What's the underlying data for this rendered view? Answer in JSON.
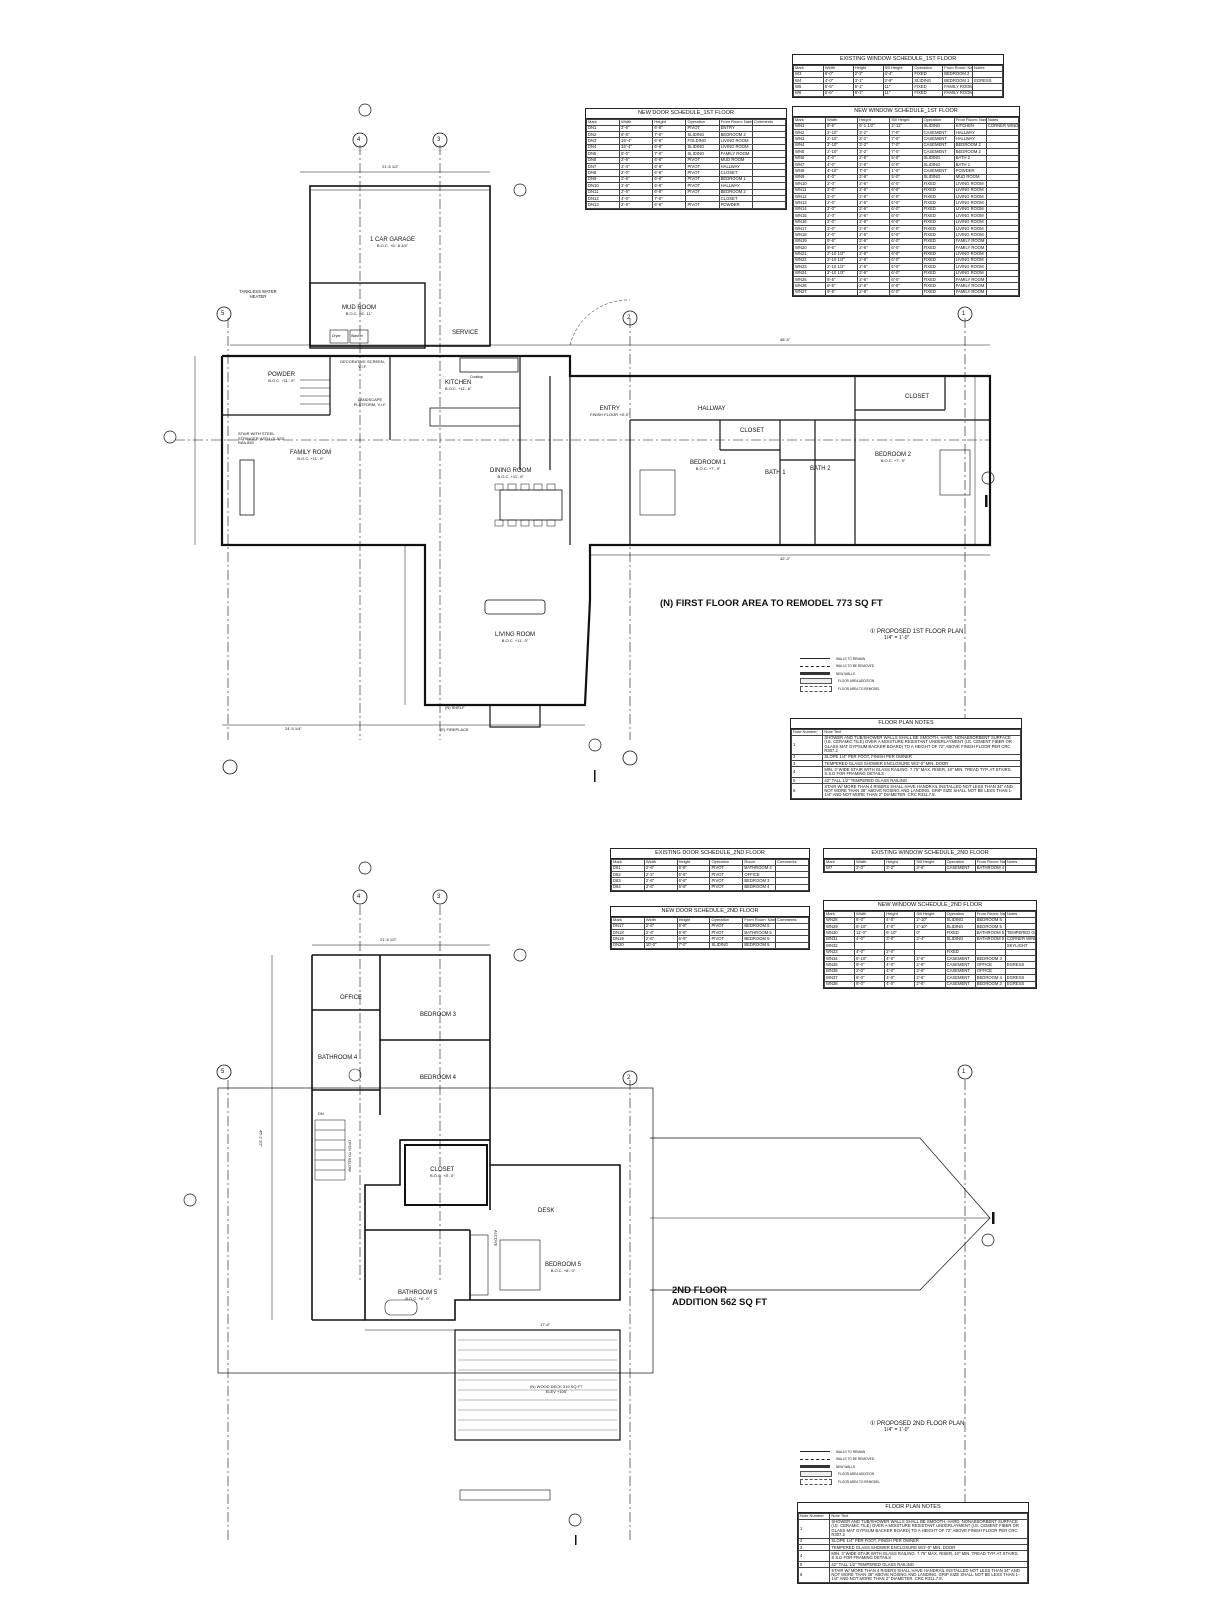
{
  "first_floor": {
    "plan_title": "PROPOSED 1ST FLOOR PLAN",
    "plan_scale": "1/4\" = 1'-0\"",
    "area_note": "(N) FIRST FLOOR AREA TO REMODEL 773 SQ FT",
    "rooms": [
      {
        "name": "1 CAR GARAGE",
        "sub": "B.O.C. +6'- 8 3/4\""
      },
      {
        "name": "MUD ROOM",
        "sub": "B.O.C. +6'- 11\""
      },
      {
        "name": "POWDER",
        "sub": "B.O.C. +11'- 9\""
      },
      {
        "name": "KITCHEN",
        "sub": "B.O.C. +11'- 6\""
      },
      {
        "name": "FAMILY ROOM",
        "sub": "B.O.C. +11'- 0\""
      },
      {
        "name": "DINING ROOM",
        "sub": "B.O.C. +11'- 6\""
      },
      {
        "name": "LIVING ROOM",
        "sub": "B.O.C. +11'- 0\""
      },
      {
        "name": "HALLWAY",
        "sub": ""
      },
      {
        "name": "BEDROOM 1",
        "sub": "B.O.C. +7'- 9\""
      },
      {
        "name": "BEDROOM 2",
        "sub": "B.O.C. +7'- 9\""
      },
      {
        "name": "CLOSET",
        "sub": ""
      },
      {
        "name": "CLOSET",
        "sub": ""
      },
      {
        "name": "BATH 1",
        "sub": ""
      },
      {
        "name": "BATH 2",
        "sub": ""
      },
      {
        "name": "ENTRY",
        "sub": "FINISH FLOOR +8'-0\""
      },
      {
        "name": "SERVICE",
        "sub": ""
      }
    ],
    "labels": {
      "water_heater": "TANKLESS WATER HEATER",
      "stair": "STAIR WITH STEEL STRINGER WITH GLASS RAILING",
      "screen": "DECORATIVE SCREEN, V.I.F.",
      "platform": "LANDSCAPE PLATFORM, V.I.F.",
      "fireplace": "(E) FIREPLACE",
      "shelf": "(N) SHELF",
      "dryer": "Dryer",
      "washer": "Washer",
      "cooktop": "Cooktop"
    },
    "dimensions": {
      "garage_width": "21'-5 1/2\"",
      "overall": "48'-5\"",
      "east": "42'-3\"",
      "south": "24'-5 1/4\""
    },
    "grid_lines": [
      "5",
      "4",
      "3",
      "2",
      "1"
    ]
  },
  "second_floor": {
    "plan_title": "PROPOSED 2ND FLOOR PLAN",
    "plan_scale": "1/4\" = 1'-0\"",
    "area_note_line1": "2ND FLOOR",
    "area_note_line2": "ADDITION 562 SQ FT",
    "rooms": [
      {
        "name": "OFFICE",
        "sub": ""
      },
      {
        "name": "BEDROOM 3",
        "sub": ""
      },
      {
        "name": "BATHROOM 4",
        "sub": ""
      },
      {
        "name": "BEDROOM 4",
        "sub": ""
      },
      {
        "name": "CLOSET",
        "sub": "B.O.C. +8'- 0\""
      },
      {
        "name": "DESK",
        "sub": ""
      },
      {
        "name": "BEDROOM 5",
        "sub": "B.O.C. +8'- 0\""
      },
      {
        "name": "BATHROOM 5",
        "sub": "B.O.C. +8'- 0\""
      }
    ],
    "labels": {
      "deck": "(N) WOOD DECK 319 SQ FT",
      "deck_elev": "ELEV +105'",
      "open_below": "OPEN TO BELOW",
      "dn": "DN",
      "alcove": "ALCOVE"
    },
    "dimensions": {
      "top": "21'-5 1/2\"",
      "left": "45'-2 1/2\"",
      "bottom": "17'-6\""
    },
    "grid_lines": [
      "5",
      "4",
      "3",
      "2",
      "1"
    ]
  },
  "legend": [
    "WALLS TO REMAIN",
    "WALLS TO BE REMOVED",
    "NEW WALLS",
    "FLOOR AREA ADDITION",
    "FLOOR AREA TO REMODEL"
  ],
  "tables": {
    "new_door_1st": {
      "title": "NEW DOOR SCHEDULE_1ST FLOOR",
      "columns": [
        "Mark",
        "Width",
        "Height",
        "Operation",
        "From Room: Name",
        "Comments"
      ],
      "rows": [
        [
          "DN1",
          "2'-6\"",
          "6'-8\"",
          "PIVOT",
          "ENTRY",
          ""
        ],
        [
          "DN2",
          "6'-8\"",
          "7'-0\"",
          "SLIDING",
          "BEDROOM 2",
          ""
        ],
        [
          "DN3",
          "16'-4\"",
          "6'-8\"",
          "FOLDING",
          "LIVING ROOM",
          ""
        ],
        [
          "DN4",
          "16'-4\"",
          "6'-8\"",
          "SLIDING",
          "LIVING ROOM",
          ""
        ],
        [
          "DN5",
          "8'-0\"",
          "7'-0\"",
          "SLIDING",
          "FAMILY ROOM",
          ""
        ],
        [
          "DN6",
          "2'-6\"",
          "6'-8\"",
          "PIVOT",
          "MUD ROOM",
          ""
        ],
        [
          "DN7",
          "2'-4\"",
          "6'-8\"",
          "PIVOT",
          "HALLWAY",
          ""
        ],
        [
          "DN8",
          "2'-0\"",
          "6'-8\"",
          "PIVOT",
          "CLOSET",
          ""
        ],
        [
          "DN9",
          "2'-6\"",
          "6'-8\"",
          "PIVOT",
          "BEDROOM 1",
          ""
        ],
        [
          "DN10",
          "2'-6\"",
          "6'-8\"",
          "PIVOT",
          "HALLWAY",
          ""
        ],
        [
          "DN11",
          "2'-6\"",
          "6'-8\"",
          "PIVOT",
          "BEDROOM 2",
          ""
        ],
        [
          "DN12",
          "4'-0\"",
          "7'-0\"",
          "",
          "CLOSET",
          ""
        ],
        [
          "DN13",
          "2'-6\"",
          "6'-8\"",
          "PIVOT",
          "POWDER",
          ""
        ]
      ]
    },
    "existing_window_1st": {
      "title": "EXISTING WINDOW SCHEDULE_1ST FLOOR",
      "columns": [
        "Mark",
        "Width",
        "Height",
        "Sill Height",
        "Operation",
        "From Room: Name",
        "Notes"
      ],
      "rows": [
        [
          "W3",
          "6'-0\"",
          "2'-2\"",
          "4'-4\"",
          "FIXED",
          "BEDROOM 2",
          ""
        ],
        [
          "W4",
          "4'-0\"",
          "3'-1\"",
          "3'-9\"",
          "SLIDING",
          "BEDROOM 1",
          "EGRESS"
        ],
        [
          "W5",
          "5'-6\"",
          "6'-1\"",
          "11\"",
          "FIXED",
          "FAMILY ROOM",
          ""
        ],
        [
          "W6",
          "5'-6\"",
          "6'-1\"",
          "11\"",
          "FIXED",
          "FAMILY ROOM",
          ""
        ]
      ]
    },
    "new_window_1st": {
      "title": "NEW WINDOW SCHEDULE_1ST FLOOR",
      "columns": [
        "Mark",
        "Width",
        "Height",
        "Sill Height",
        "Operation",
        "From Room: Name",
        "Notes"
      ],
      "rows": [
        [
          "WN1",
          "6'-6\"",
          "6'-1 1/2\"",
          "2'-11\"",
          "SLIDING",
          "KITCHEN",
          "CORNER WINDOW PARTIALLY OPERABLE"
        ],
        [
          "WN2",
          "2'-10\"",
          "3'-2\"",
          "7'-0\"",
          "CASEMENT",
          "HALLWAY",
          ""
        ],
        [
          "WN3",
          "2'-10\"",
          "3'-2\"",
          "7'-0\"",
          "CASEMENT",
          "HALLWAY",
          ""
        ],
        [
          "WN4",
          "2'-10\"",
          "3'-2\"",
          "7'-0\"",
          "CASEMENT",
          "BEDROOM 2",
          ""
        ],
        [
          "WN5",
          "2'-10\"",
          "3'-2\"",
          "7'-0\"",
          "CASEMENT",
          "BEDROOM 2",
          ""
        ],
        [
          "WN6",
          "4'-0\"",
          "2'-6\"",
          "5'-0\"",
          "SLIDING",
          "BATH 2",
          ""
        ],
        [
          "WN7",
          "4'-0\"",
          "2'-6\"",
          "5'-0\"",
          "SLIDING",
          "BATH 1",
          ""
        ],
        [
          "WN8",
          "4'-10\"",
          "7'-0\"",
          "1'-0\"",
          "CASEMENT",
          "POWDER",
          ""
        ],
        [
          "WN9",
          "4'-0\"",
          "2'-6\"",
          "5'-0\"",
          "SLIDING",
          "MUD ROOM",
          ""
        ],
        [
          "WN10",
          "2'-0\"",
          "2'-6\"",
          "6'-0\"",
          "FIXED",
          "LIVING ROOM",
          ""
        ],
        [
          "WN11",
          "2'-0\"",
          "2'-6\"",
          "6'-0\"",
          "FIXED",
          "LIVING ROOM",
          ""
        ],
        [
          "WN12",
          "2'-0\"",
          "2'-6\"",
          "6'-0\"",
          "FIXED",
          "LIVING ROOM",
          ""
        ],
        [
          "WN13",
          "2'-0\"",
          "2'-6\"",
          "6'-0\"",
          "FIXED",
          "LIVING ROOM",
          ""
        ],
        [
          "WN14",
          "2'-0\"",
          "2'-6\"",
          "6'-0\"",
          "FIXED",
          "LIVING ROOM",
          ""
        ],
        [
          "WN15",
          "2'-0\"",
          "2'-6\"",
          "6'-0\"",
          "FIXED",
          "LIVING ROOM",
          ""
        ],
        [
          "WN16",
          "2'-0\"",
          "2'-6\"",
          "6'-0\"",
          "FIXED",
          "LIVING ROOM",
          ""
        ],
        [
          "WN17",
          "2'-0\"",
          "2'-6\"",
          "6'-0\"",
          "FIXED",
          "LIVING ROOM",
          ""
        ],
        [
          "WN18",
          "2'-0\"",
          "2'-6\"",
          "6'-0\"",
          "FIXED",
          "LIVING ROOM",
          ""
        ],
        [
          "WN19",
          "9'-6\"",
          "2'-6\"",
          "6'-0\"",
          "FIXED",
          "FAMILY ROOM",
          ""
        ],
        [
          "WN20",
          "9'-6\"",
          "2'-6\"",
          "6'-0\"",
          "FIXED",
          "FAMILY ROOM",
          ""
        ],
        [
          "WN21",
          "2'-10 1/2\"",
          "2'-6\"",
          "6'-0\"",
          "FIXED",
          "LIVING ROOM",
          ""
        ],
        [
          "WN22",
          "2'-10 1/2\"",
          "2'-6\"",
          "6'-0\"",
          "FIXED",
          "LIVING ROOM",
          ""
        ],
        [
          "WN23",
          "2'-10 1/2\"",
          "2'-6\"",
          "6'-0\"",
          "FIXED",
          "LIVING ROOM",
          ""
        ],
        [
          "WN24",
          "2'-10 1/2\"",
          "2'-6\"",
          "6'-0\"",
          "FIXED",
          "LIVING ROOM",
          ""
        ],
        [
          "WN25",
          "9'-5\"",
          "2'-6\"",
          "6'-0\"",
          "FIXED",
          "FAMILY ROOM",
          ""
        ],
        [
          "WN26",
          "9'-5\"",
          "2'-6\"",
          "6'-0\"",
          "FIXED",
          "FAMILY ROOM",
          ""
        ],
        [
          "WN27",
          "9'-5\"",
          "2'-6\"",
          "6'-0\"",
          "FIXED",
          "FAMILY ROOM",
          ""
        ]
      ]
    },
    "notes_1st": {
      "title": "FLOOR PLAN NOTES",
      "columns": [
        "Note Number",
        "Note Text"
      ],
      "rows": [
        [
          "1",
          "SHOWER AND TUB/SHOWER WALLS SHALL BE SMOOTH, HARD, NONABSORBENT SURFACE (I.E. CERAMIC TILE) OVER A MOISTURE RESISTANT UNDERLAYMENT (I.E. CEMENT FIBER OR GLASS MAT GYPSUM BACKER BOARD) TO A HEIGHT OF 72\" ABOVE FINISH FLOOR PER CRC R307.2"
        ],
        [
          "2",
          "SLOPE 1/4\" PER FOOT, FINISH PER OWNER"
        ],
        [
          "3",
          "TEMPERED GLASS SHOWER ENCLOSURE W/2'-0\" MIN. DOOR"
        ],
        [
          "4",
          "MIN. 3' WIDE STAIR WITH GLASS RAILING. 7.75\" MAX. RISER, 10\" MIN. TREAD TYP. AT STAIRS. S.S.D FOR FRAMING DETAILS"
        ],
        [
          "5",
          "42\" TALL 1/2\" TEMPERED GLASS RAILING"
        ],
        [
          "6",
          "STAIR W/ MORE THAN 4 RISERS SHALL HAVE HANDRAIL INSTALLED NOT LESS THAN 34\" AND NOT MORE THAN 38\" ABOVE NOSING AND LANDING. GRIP SIZE SHALL NOT BE LESS THAN 1-1/4\" AND NOT MORE THAN 2\" DIAMETER. CRC R311.7.8."
        ]
      ]
    },
    "existing_door_2nd": {
      "title": "EXISTING DOOR SCHEDULE_2ND FLOOR",
      "columns": [
        "Mark",
        "Width",
        "Height",
        "Operation",
        "Room",
        "Comments"
      ],
      "rows": [
        [
          "D61",
          "2'-6\"",
          "6'-8\"",
          "PIVOT",
          "BATHROOM 4",
          ""
        ],
        [
          "D62",
          "2'-2\"",
          "6'-8\"",
          "PIVOT",
          "OFFICE",
          ""
        ],
        [
          "D63",
          "2'-6\"",
          "6'-8\"",
          "PIVOT",
          "BEDROOM 3",
          ""
        ],
        [
          "D64",
          "2'-6\"",
          "6'-8\"",
          "PIVOT",
          "BEDROOM 4",
          ""
        ]
      ]
    },
    "new_door_2nd": {
      "title": "NEW DOOR SCHEDULE_2ND FLOOR",
      "columns": [
        "Mark",
        "Width",
        "Height",
        "Operation",
        "From Room: Name",
        "Comments"
      ],
      "rows": [
        [
          "DN17",
          "2'-6\"",
          "6'-8\"",
          "PIVOT",
          "BEDROOM 5",
          ""
        ],
        [
          "DN18",
          "2'-6\"",
          "6'-8\"",
          "PIVOT",
          "BATHROOM 5",
          ""
        ],
        [
          "DN19",
          "2'-6\"",
          "6'-8\"",
          "PIVOT",
          "BEDROOM 5",
          ""
        ],
        [
          "DN20",
          "10'-0\"",
          "7'-0\"",
          "SLIDING",
          "BEDROOM 5",
          ""
        ]
      ]
    },
    "existing_window_2nd": {
      "title": "EXISTING WINDOW SCHEDULE_2ND FLOOR",
      "columns": [
        "Mark",
        "Width",
        "Height",
        "Sill Height",
        "Operation",
        "From Room: Name",
        "Notes"
      ],
      "rows": [
        [
          "W7",
          "2'-0\"",
          "3'-2\"",
          "3'-6\"",
          "CASEMENT",
          "BATHROOM 4",
          ""
        ]
      ]
    },
    "new_window_2nd": {
      "title": "NEW WINDOW SCHEDULE_2ND FLOOR",
      "columns": [
        "Mark",
        "Width",
        "Height",
        "Sill Height",
        "Operation",
        "From Room: Name",
        "Notes"
      ],
      "rows": [
        [
          "WN28",
          "6'-0\"",
          "4'-0\"",
          "2'-10\"",
          "SLIDING",
          "BEDROOM 5",
          ""
        ],
        [
          "WN29",
          "6'-10\"",
          "4'-0\"",
          "2'-10\"",
          "SLIDING",
          "BEDROOM 5",
          ""
        ],
        [
          "WN30",
          "11'-0\"",
          "6'-10\"",
          "0\"",
          "FIXED",
          "BATHROOM 5",
          "TEMPERED GLASS"
        ],
        [
          "WN31",
          "4'-0\"",
          "3'-0\"",
          "2'-4\"",
          "SLIDING",
          "BATHROOM 5",
          "CORNER WINDOW PARTIALLY OPERABLE"
        ],
        [
          "WN32",
          "",
          "",
          "",
          "",
          "",
          "SKYLIGHT"
        ],
        [
          "WN33",
          "4'-0\"",
          "2'-0\"",
          "",
          "FIXED",
          "",
          ""
        ],
        [
          "WN34",
          "6'-10\"",
          "4'-0\"",
          "2'-6\"",
          "CASEMENT",
          "BEDROOM 3",
          ""
        ],
        [
          "WN35",
          "6'-0\"",
          "4'-0\"",
          "2'-6\"",
          "CASEMENT",
          "OFFICE",
          "EGRESS"
        ],
        [
          "WN36",
          "2'-0\"",
          "4'-0\"",
          "2'-6\"",
          "CASEMENT",
          "OFFICE",
          ""
        ],
        [
          "WN37",
          "6'-0\"",
          "4'-0\"",
          "2'-6\"",
          "CASEMENT",
          "BEDROOM 4",
          "EGRESS"
        ],
        [
          "WN38",
          "6'-0\"",
          "4'-0\"",
          "2'-6\"",
          "CASEMENT",
          "BEDROOM 3",
          "EGRESS"
        ]
      ]
    },
    "notes_2nd": {
      "title": "FLOOR PLAN NOTES",
      "columns": [
        "Note Number",
        "Note Text"
      ],
      "rows": [
        [
          "1",
          "SHOWER AND TUB/SHOWER WALLS SHALL BE SMOOTH, HARD, NONABSORBENT SURFACE (I.E. CERAMIC TILE) OVER A MOISTURE RESISTANT UNDERLAYMENT (I.E. CEMENT FIBER OR GLASS MAT GYPSUM BACKER BOARD) TO A HEIGHT OF 72\" ABOVE FINISH FLOOR PER CRC R307.2"
        ],
        [
          "2",
          "SLOPE 1/4\" PER FOOT, FINISH PER OWNER"
        ],
        [
          "3",
          "TEMPERED GLASS SHOWER ENCLOSURE W/2'-0\" MIN. DOOR"
        ],
        [
          "4",
          "MIN. 3' WIDE STAIR WITH GLASS RAILING. 7.75\" MAX. RISER, 10\" MIN. TREAD TYP. AT STAIRS. S.S.D FOR FRAMING DETAILS"
        ],
        [
          "5",
          "42\" TALL 1/2\" TEMPERED GLASS RAILING"
        ],
        [
          "6",
          "STAIR W/ MORE THAN 4 RISERS SHALL HAVE HANDRAIL INSTALLED NOT LESS THAN 34\" AND NOT MORE THAN 38\" ABOVE NOSING AND LANDING. GRIP SIZE SHALL NOT BE LESS THAN 1-1/4\" AND NOT MORE THAN 2\" DIAMETER. CRC R311.7.8."
        ]
      ]
    }
  }
}
